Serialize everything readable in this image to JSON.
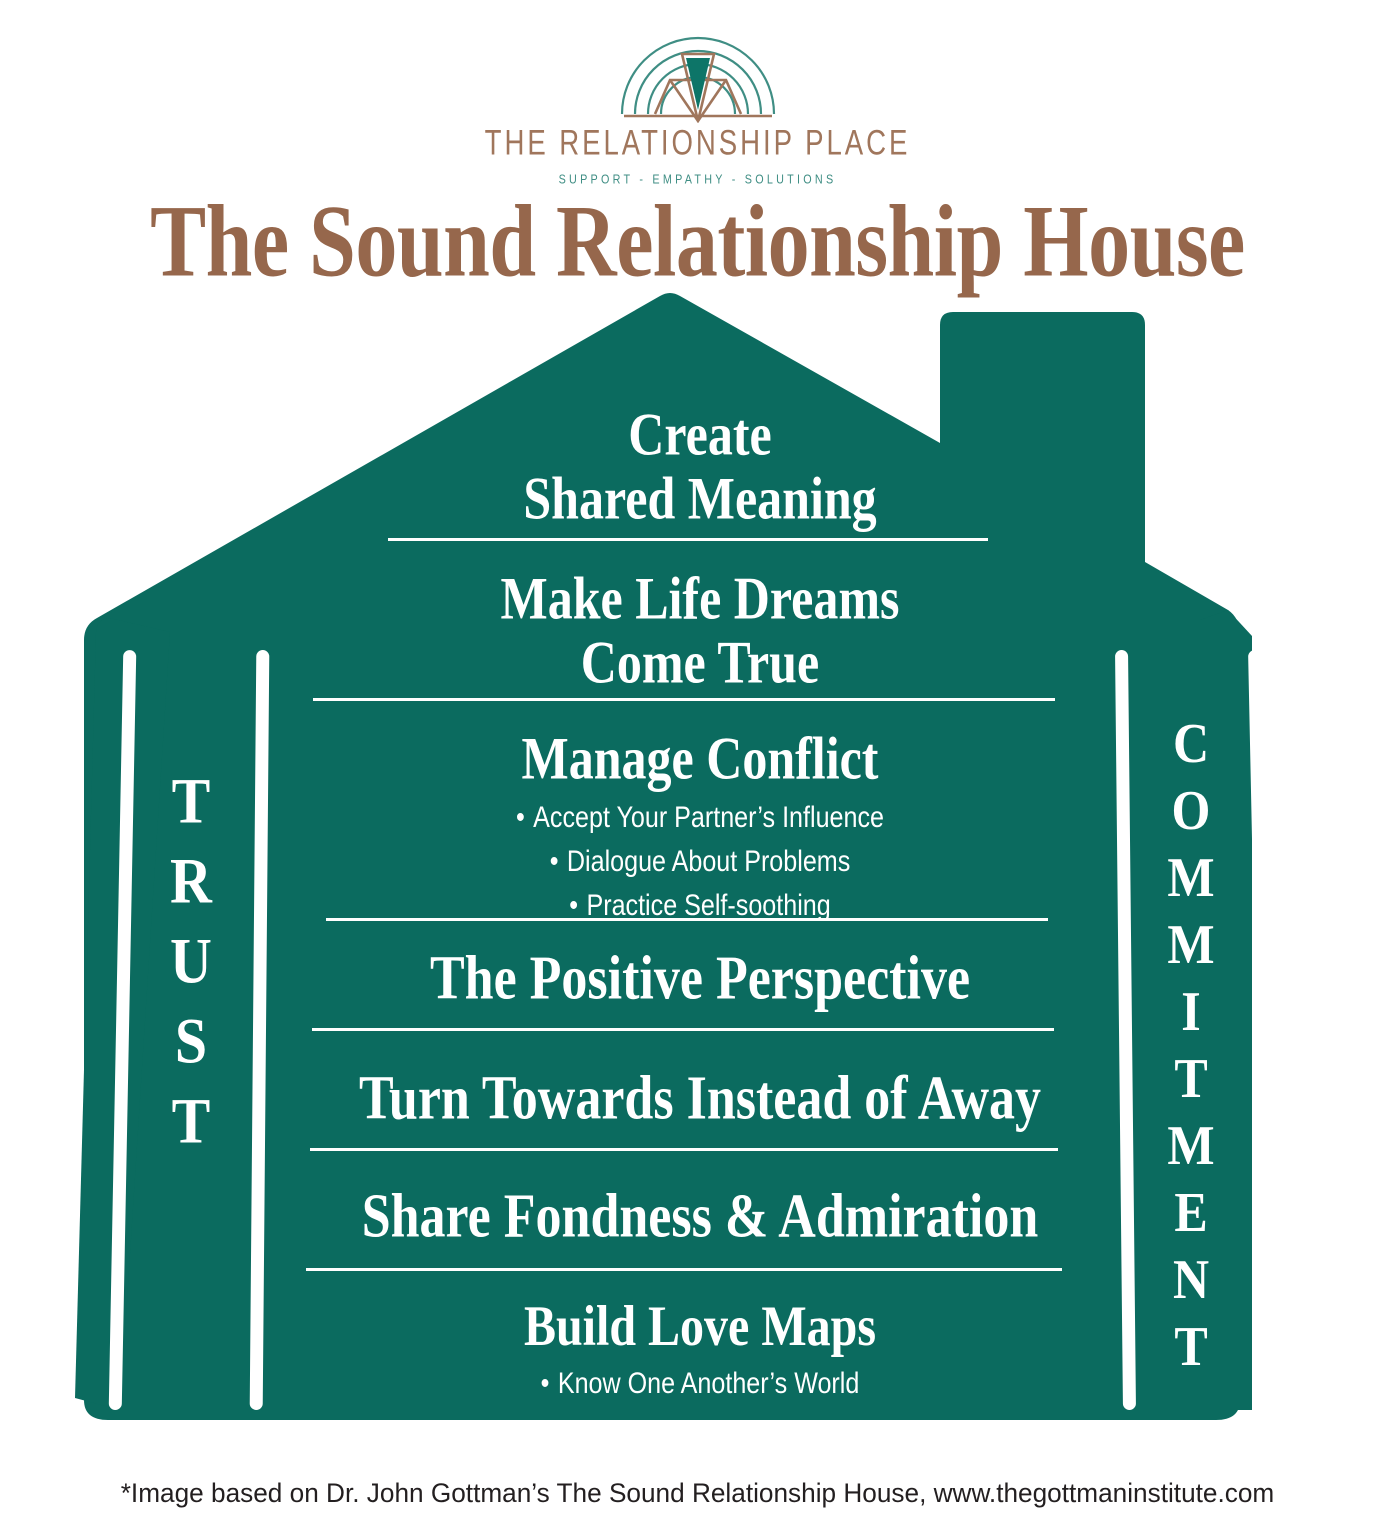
{
  "logo": {
    "wordmark": "THE RELATIONSHIP PLACE",
    "tagline": "SUPPORT - EMPATHY - SOLUTIONS",
    "mark_name": "art-deco-arc-triangle-logo",
    "arc_color": "#3f8e84",
    "outline_color": "#a0765c",
    "triangle_fill": "#0d7568"
  },
  "title": "The Sound Relationship House",
  "colors": {
    "teal": "#0b6b5f",
    "brown": "#96674c",
    "white": "#ffffff",
    "footnote": "#231f20"
  },
  "house": {
    "levels": [
      {
        "id": "create-shared-meaning",
        "title_line1": "Create",
        "title_line2": "Shared Meaning",
        "bullets": []
      },
      {
        "id": "make-life-dreams-come-true",
        "title_line1": "Make Life Dreams",
        "title_line2": "Come True",
        "bullets": []
      },
      {
        "id": "manage-conflict",
        "title_line1": "Manage Conflict",
        "title_line2": "",
        "bullets": [
          "Accept Your Partner’s Influence",
          "Dialogue About Problems",
          "Practice Self-soothing"
        ]
      },
      {
        "id": "the-positive-perspective",
        "title_line1": "The Positive Perspective",
        "title_line2": "",
        "bullets": []
      },
      {
        "id": "turn-towards-instead-of-away",
        "title_line1": "Turn Towards Instead of Away",
        "title_line2": "",
        "bullets": []
      },
      {
        "id": "share-fondness-and-admiration",
        "title_line1": "Share Fondness & Admiration",
        "title_line2": "",
        "bullets": []
      },
      {
        "id": "build-love-maps",
        "title_line1": "Build Love Maps",
        "title_line2": "",
        "bullets": [
          "Know One Another’s World"
        ]
      }
    ],
    "left_pillar": {
      "label": "TRUST",
      "letters": [
        "T",
        "R",
        "U",
        "S",
        "T"
      ]
    },
    "right_pillar": {
      "label": "COMMITMENT",
      "letters": [
        "C",
        "O",
        "M",
        "M",
        "I",
        "T",
        "M",
        "E",
        "N",
        "T"
      ]
    }
  },
  "footnote": "*Image based on Dr. John Gottman’s The Sound Relationship House, www.thegottmaninstitute.com"
}
